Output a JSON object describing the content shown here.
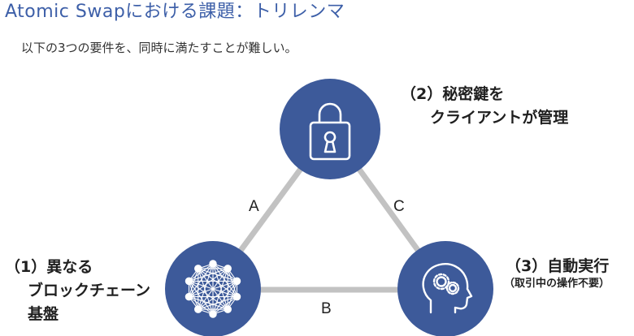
{
  "title": "Atomic Swapにおける課題：トリレンマ",
  "subtitle": "以下の3つの要件を、同時に満たすことが難しい。",
  "nodes": {
    "secret_key": {
      "line1": "（2）秘密鍵を",
      "line2": "クライアントが管理",
      "icon": "padlock-icon"
    },
    "blockchain": {
      "line1": "（1）異なる",
      "line2": "ブロックチェーン",
      "line3": "基盤",
      "icon": "network-mesh-icon"
    },
    "automatic": {
      "line1": "（3）自動実行",
      "note": "（取引中の操作不要）",
      "icon": "head-gears-icon"
    }
  },
  "edges": {
    "a": "A",
    "b": "B",
    "c": "C"
  },
  "colors": {
    "title": "#3d5fa8",
    "node_fill": "#3d5a9a",
    "edge": "#c2c2c2",
    "icon": "#ffffff"
  }
}
